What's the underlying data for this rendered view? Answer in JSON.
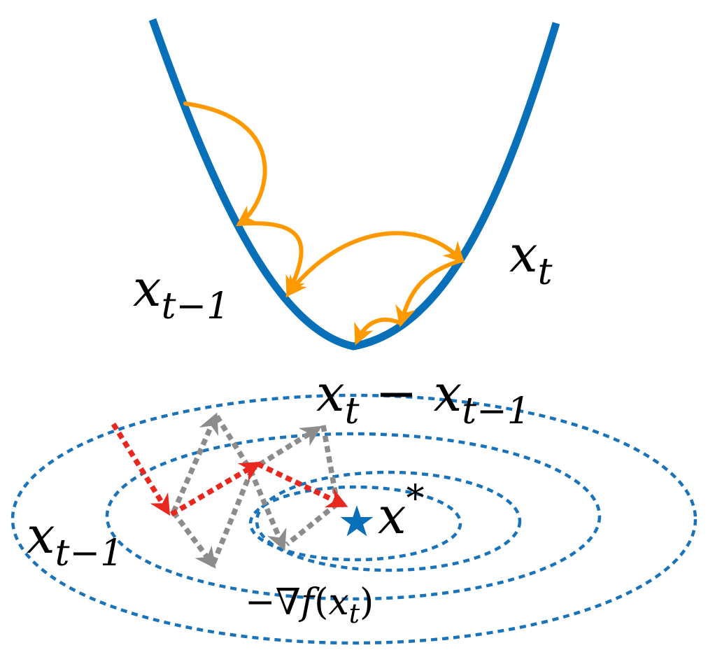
{
  "colors": {
    "curve": "#0870b8",
    "orange_arrows": "#ff9900",
    "red_arrows": "#e8281e",
    "gray_arrows": "#8c8c8c",
    "contours": "#1a73b8",
    "star": "#0870b8",
    "text": "#000000"
  },
  "labels": {
    "top_xt_main": "x",
    "top_xt_sub": "t",
    "top_xtm1_main": "x",
    "top_xtm1_sub": "t−1",
    "diff_a_main": "x",
    "diff_a_sub": "t",
    "diff_minus": " − ",
    "diff_b_main": "x",
    "diff_b_sub": "t−1",
    "bottom_xtm1_main": "x",
    "bottom_xtm1_sub": "t−1",
    "xstar_main": "x",
    "xstar_sup": "*",
    "grad_prefix": "−∇",
    "grad_f": "f",
    "grad_open": "(",
    "grad_x": "x",
    "grad_sub": "t",
    "grad_close": ")"
  },
  "icons": {
    "optimum": "star-icon"
  }
}
